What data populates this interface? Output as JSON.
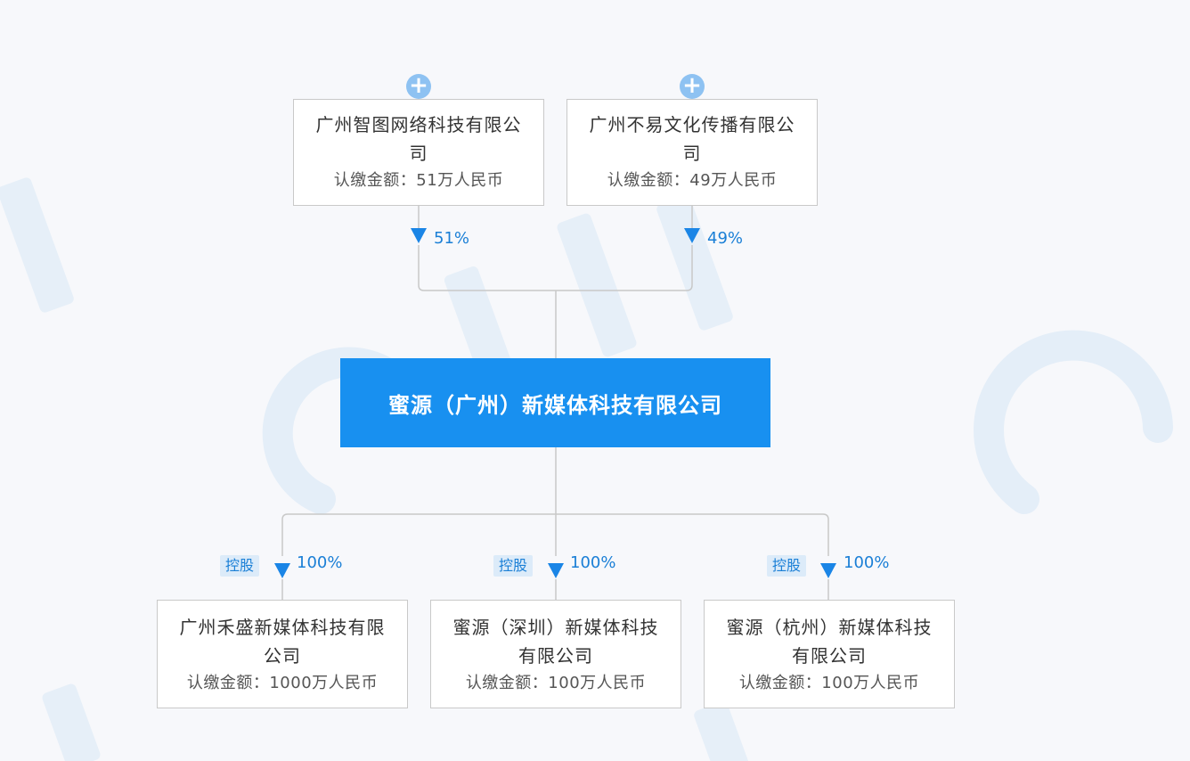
{
  "shareholders": [
    {
      "name_line1": "广州智图网络科技有限公",
      "name_line2": "司",
      "amount": "认缴金额：51万人民币",
      "percent": "51%",
      "expand": "+"
    },
    {
      "name_line1": "广州不易文化传播有限公",
      "name_line2": "司",
      "amount": "认缴金额：49万人民币",
      "percent": "49%",
      "expand": "+"
    }
  ],
  "company": {
    "name": "蜜源（广州）新媒体科技有限公司"
  },
  "subsidiaries": [
    {
      "badge": "控股",
      "percent": "100%",
      "name_line1": "广州禾盛新媒体科技有限",
      "name_line2": "公司",
      "amount": "认缴金额：1000万人民币"
    },
    {
      "badge": "控股",
      "percent": "100%",
      "name_line1": "蜜源（深圳）新媒体科技",
      "name_line2": "有限公司",
      "amount": "认缴金额：100万人民币"
    },
    {
      "badge": "控股",
      "percent": "100%",
      "name_line1": "蜜源（杭州）新媒体科技",
      "name_line2": "有限公司",
      "amount": "认缴金额：100万人民币"
    }
  ],
  "colors": {
    "accent": "#1890f0",
    "line": "#c8c8c8",
    "percent_text": "#1a7fd6",
    "watermark": "#e3eef9"
  }
}
